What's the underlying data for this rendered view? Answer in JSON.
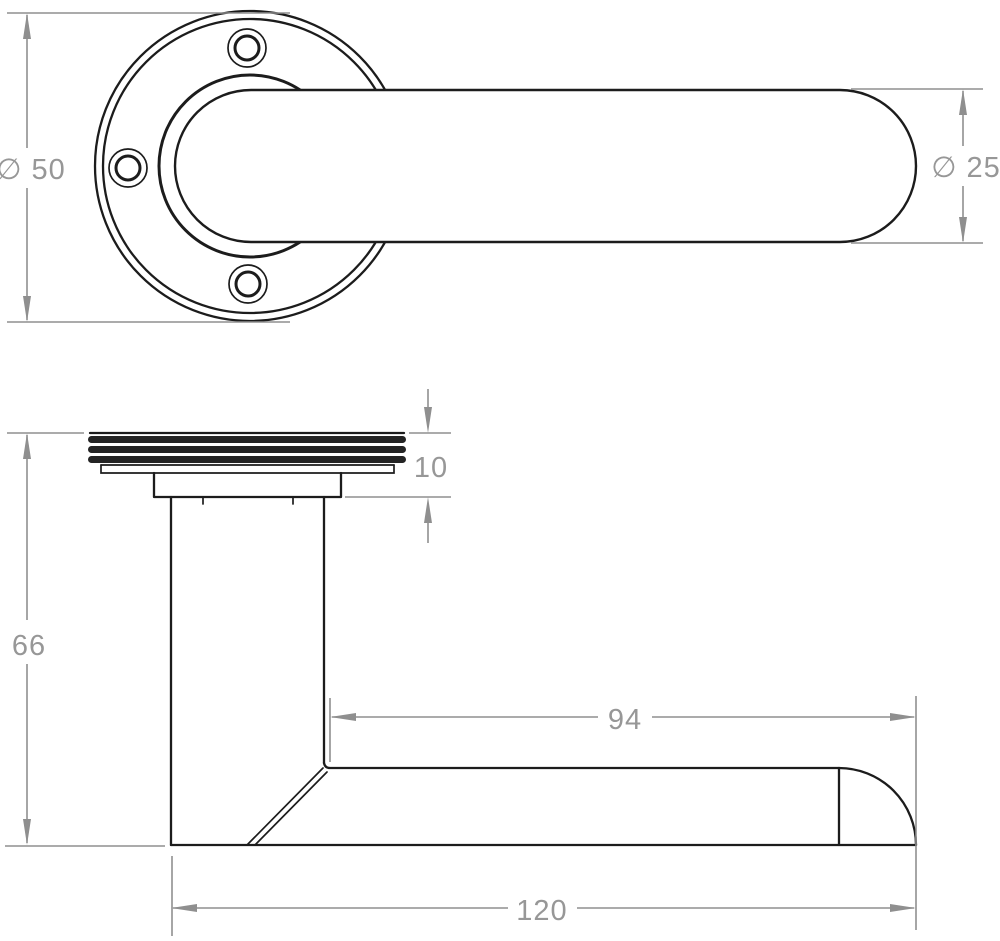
{
  "drawing": {
    "subject": "Lever door handle on round rose - dimensioned technical drawing",
    "units": "mm",
    "background_color": "#ffffff",
    "outline_color": "#1c1c1c",
    "dimension_color": "#8f8f8f",
    "views": {
      "top_view": {
        "name": "plan view of round rose with lever",
        "screw_hole_count": 3
      },
      "side_view": {
        "name": "side elevation of lever handle"
      }
    }
  },
  "dims": {
    "rose_diameter": {
      "label": "∅ 50",
      "value": 50
    },
    "lever_end_diameter": {
      "label": "∅ 25",
      "value": 25
    },
    "rose_thickness": {
      "label": "10",
      "value": 10
    },
    "handle_height": {
      "label": "66",
      "value": 66
    },
    "grip_length": {
      "label": "94",
      "value": 94
    },
    "overall_length": {
      "label": "120",
      "value": 120
    }
  }
}
